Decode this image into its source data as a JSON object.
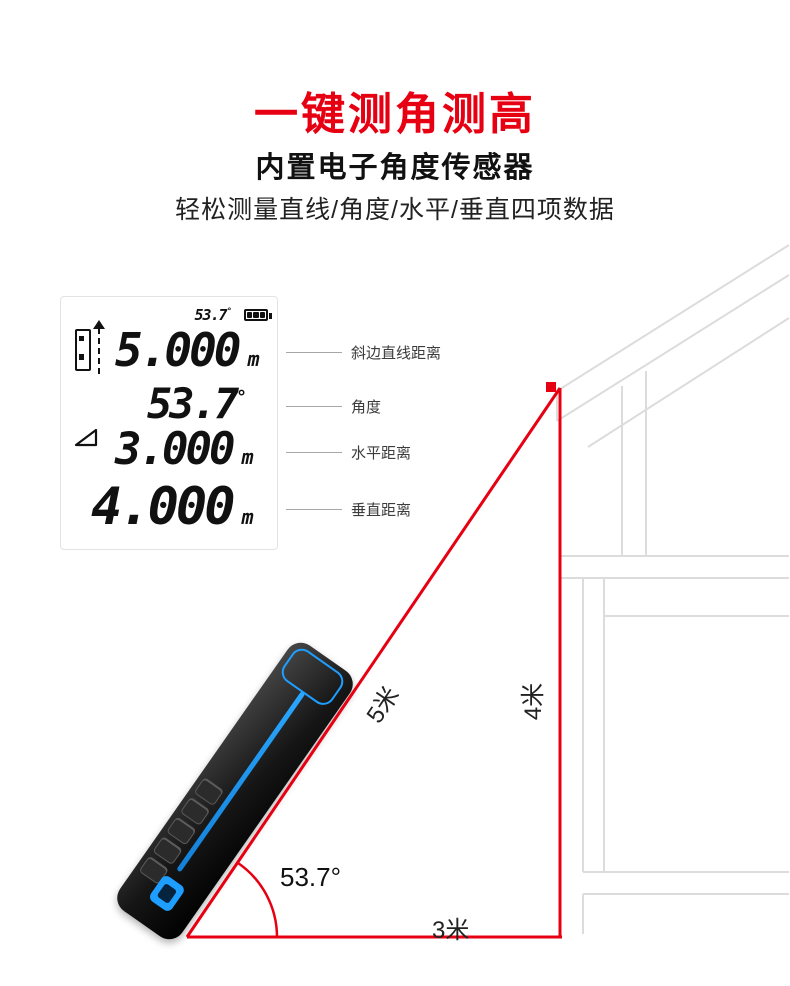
{
  "header": {
    "title": "一键测角测高",
    "subtitle": "内置电子角度传感器",
    "tagline": "轻松测量直线/角度/水平/垂直四项数据"
  },
  "lcd": {
    "status": {
      "angle_value": "53.7",
      "degree": "°"
    },
    "readings": [
      {
        "value": "5.000",
        "unit": "m"
      },
      {
        "value": "53.7",
        "unit": "°"
      },
      {
        "value": "3.000",
        "unit": "m"
      },
      {
        "value": "4.000",
        "unit": "m"
      }
    ]
  },
  "callouts": [
    {
      "label": "斜边直线距离"
    },
    {
      "label": "角度"
    },
    {
      "label": "水平距离"
    },
    {
      "label": "垂直距离"
    }
  ],
  "diagram": {
    "hypotenuse_label": "5米",
    "vertical_label": "4米",
    "base_label": "3米",
    "angle_label": "53.7°"
  },
  "icons": {
    "battery": "battery-icon",
    "device_measure": "device-measure-icon",
    "angle": "angle-icon"
  },
  "colors": {
    "accent_red": "#e60012",
    "device_blue": "#1e9fff",
    "sketch_gray": "#dcdcdc",
    "text_dark": "#1a1a1a"
  }
}
